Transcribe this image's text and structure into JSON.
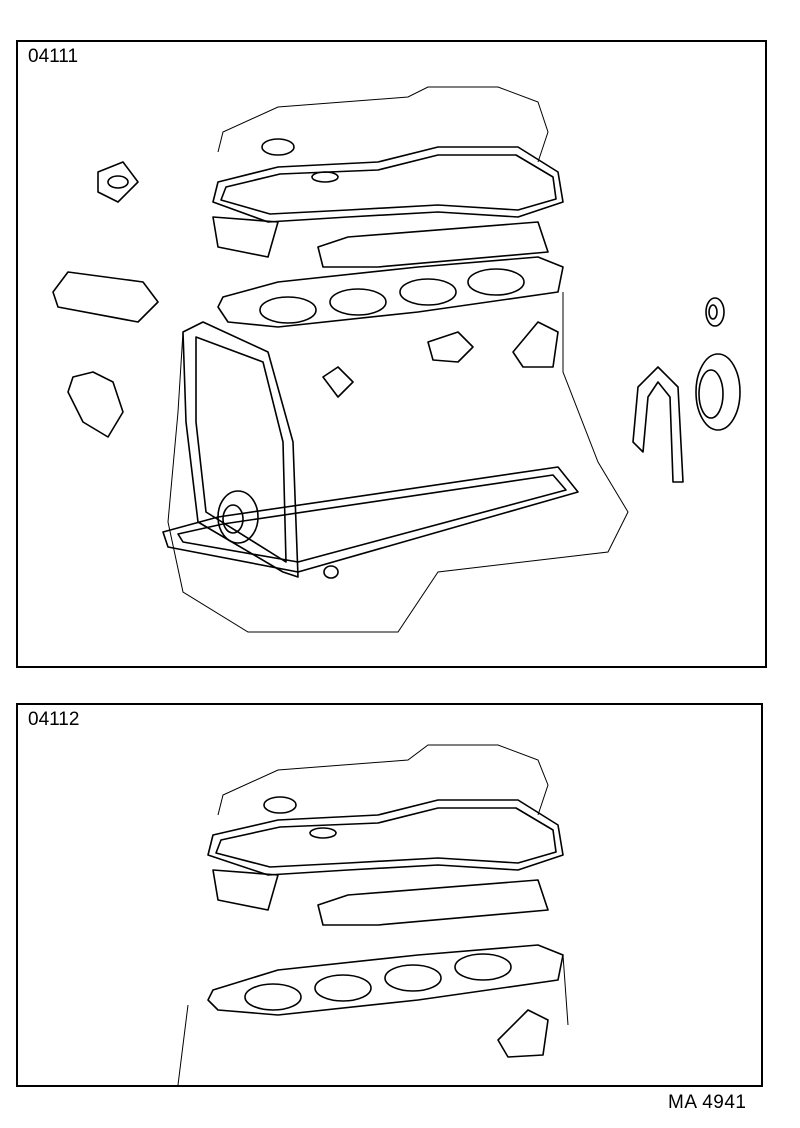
{
  "panels": [
    {
      "code": "04111"
    },
    {
      "code": "04112"
    }
  ],
  "reference": "MA 4941"
}
